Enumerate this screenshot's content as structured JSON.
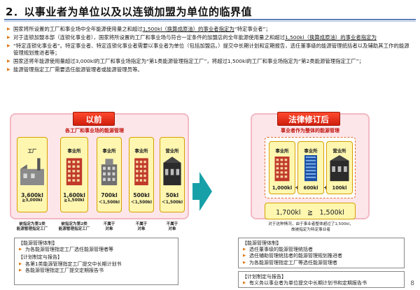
{
  "title": "2．以事业者为单位以及以连锁加盟为单位的临界值",
  "bullets": [
    {
      "pre": "国家将所设置的工厂和事业场中全年能源使用量之和超过",
      "ul": "1,500kl（换算成原油）的事业者指定为",
      "post": "“特定事业者”；"
    },
    {
      "pre": "对于连锁加盟本部（连锁化事业者），国家将所设置的工厂和事业场与符合一定条件的加盟店的全年能源使用量之和超过",
      "ul": "1,500kl（换算成原油）的事业者指定为",
      "post": ""
    },
    {
      "pre": "“特定连锁化事业者”。特定事业者、特定连锁化事业者需要以事业者为单位（包括加盟店。）提交中长期计划和定期报告，选任董事级的能源管理统括者以及辅助其工作的能源管理规划推进者等；",
      "ul": "",
      "post": ""
    },
    {
      "pre": "国家还将年能源使用量超过3,000kl的工厂和事业场指定为“第1类能源管理指定工厂”，将超过1,500kl的工厂和事业场指定为“第2类能源管理指定工厂”；",
      "ul": "",
      "post": ""
    },
    {
      "pre": "能源管理指定工厂需要选任能源管理者或能源管理员等。",
      "ul": "",
      "post": ""
    }
  ],
  "before": {
    "label": "以前",
    "sub": "各工厂和事业场的能源管理",
    "units": [
      {
        "name": "工厂",
        "val": "3,600kl",
        "sub": "≧3,000kl",
        "tag": "被指定为第1类\n能源管理指定工厂"
      },
      {
        "name": "事业所",
        "val": "1,600kl",
        "sub": "≧1,500kl",
        "tag": "被指定为第2类\n能源管理指定工厂"
      },
      {
        "name": "事业所",
        "val": "700kl",
        "sub": "＜1,500kl",
        "tag": "不属于\n对象"
      },
      {
        "name": "事业所",
        "val": "500kl",
        "sub": "＜1,500kl",
        "tag": "不属于\n对象"
      },
      {
        "name": "营业所",
        "val": "50kl",
        "sub": "＜1,500kl",
        "tag": "不属于\n对象"
      }
    ]
  },
  "after": {
    "label": "法律修订后",
    "sub": "事业者作为整体的能源管理",
    "units": [
      {
        "name": "事业所",
        "val": "1,000kl"
      },
      {
        "name": "事业所",
        "val": "600kl"
      },
      {
        "name": "营业所",
        "val": "100kl"
      }
    ],
    "total": "1,700kl　≧　1,500kl",
    "note": "对于这种情况，由于事业者整体超过了1,500kl，\n故被指定为特定事业者"
  },
  "left_box": {
    "h1": "【能源管理体制】",
    "i1": "为各能源管理指定工厂选任能源管理者等",
    "h2": "【计划制定与报告】",
    "i2": "各第1类能源管理指定工厂提交中长期计划书",
    "i3": "各能源管理指定工厂提交定期报告书"
  },
  "right_box1": {
    "h": "【能源管理体制】",
    "i1": "选任董事级的能源管理统括者",
    "i2": "选任辅助管理统括者的能源管理规划推进者",
    "i3": "为各能源管理指定工厂等选任能源管理者"
  },
  "right_box2": {
    "h": "【计划制定与报告】",
    "i1": "有义务以事业者为单位提交中长期计划书和定期报告书"
  },
  "page_no": "8",
  "colors": {
    "accent_red": "#d01e0c",
    "panel_pink": "#fde6ea",
    "arrow_teal": "#17a0a8",
    "bullet_orange": "#e07a1c"
  }
}
